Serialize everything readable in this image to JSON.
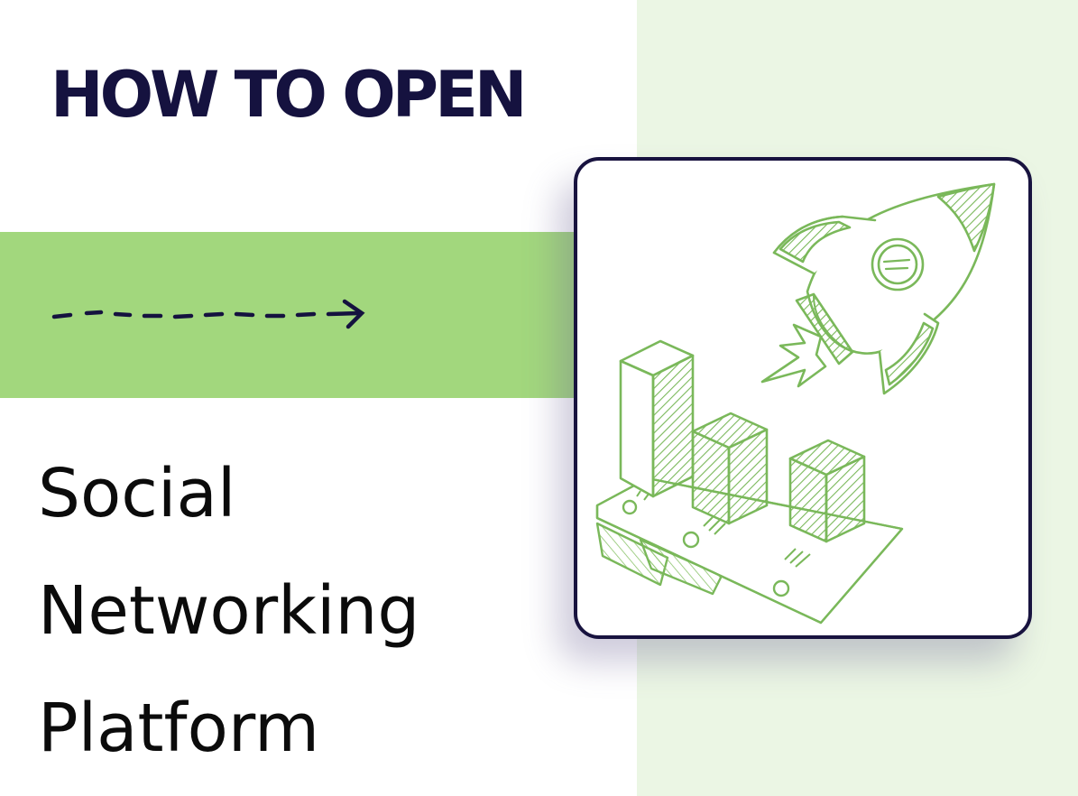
{
  "header": {
    "headline": "HOW TO OPEN"
  },
  "title": {
    "line1": "Social",
    "line2": "Networking",
    "line3": "Platform"
  },
  "decor": {
    "arrow_icon": "dashed-arrow-right-icon",
    "illustration": "rocket-launch-bar-chart-illustration"
  },
  "colors": {
    "navy": "#15123f",
    "green_band": "#a2d77d",
    "right_panel": "#ebf6e4",
    "sketch_green": "#7ab85a"
  }
}
